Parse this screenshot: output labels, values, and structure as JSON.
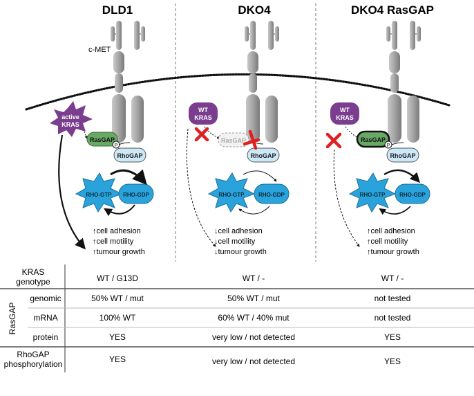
{
  "panels": [
    {
      "title": "DLD1",
      "receptor_label": "c-MET",
      "kras_label": [
        "active",
        "KRAS"
      ],
      "rasgap_label": "RasGAP",
      "phospho_label": "P",
      "rhogap_label": "RhoGAP",
      "rho_gtp_label": "RHO-GTP",
      "rho_gdp_label": "RHO-GDP",
      "effects": [
        {
          "arrow": "↑",
          "text": "cell adhesion"
        },
        {
          "arrow": "↑",
          "text": "cell motility"
        },
        {
          "arrow": "↑",
          "text": "tumour growth"
        }
      ]
    },
    {
      "title": "DKO4",
      "kras_label": [
        "WT",
        "KRAS"
      ],
      "rasgap_label": "RasGAP",
      "rhogap_label": "RhoGAP",
      "rho_gtp_label": "RHO-GTP",
      "rho_gdp_label": "RHO-GDP",
      "effects": [
        {
          "arrow": "↓",
          "text": "cell adhesion"
        },
        {
          "arrow": "↓",
          "text": "cell motility"
        },
        {
          "arrow": "↓",
          "text": "tumour growth"
        }
      ]
    },
    {
      "title": "DKO4 RasGAP",
      "kras_label": [
        "WT",
        "KRAS"
      ],
      "rasgap_label": "RasGAP",
      "phospho_label": "P",
      "rhogap_label": "RhoGAP",
      "rho_gtp_label": "RHO-GTP",
      "rho_gdp_label": "RHO-GDP",
      "effects": [
        {
          "arrow": "↑",
          "text": "cell adhesion"
        },
        {
          "arrow": "↑",
          "text": "cell motility"
        },
        {
          "arrow": "↑",
          "text": "tumour growth"
        }
      ]
    }
  ],
  "table": {
    "kras_genotype": {
      "label": [
        "KRAS",
        "genotype"
      ],
      "values": [
        "WT / G13D",
        "WT / -",
        "WT / -"
      ]
    },
    "rasgap_group_label": "RasGAP",
    "genomic": {
      "label": "genomic",
      "values": [
        "50% WT / mut",
        "50% WT / mut",
        "not tested"
      ]
    },
    "mrna": {
      "label": "mRNA",
      "values": [
        "100% WT",
        "60% WT / 40% mut",
        "not tested"
      ]
    },
    "protein": {
      "label": "protein",
      "values": [
        "YES",
        "very low / not detected",
        "YES"
      ]
    },
    "rhogap_phos": {
      "label": [
        "RhoGAP",
        "phosphorylation"
      ],
      "values": [
        "YES",
        "very low / not detected",
        "YES"
      ]
    }
  },
  "colors": {
    "kras": "#7b3e8f",
    "rasgap": "#6aa866",
    "rhogap": "#cde8f6",
    "rho": "#2aa3dc",
    "inhibit": "#e02020",
    "receptor": "#9a9a9a"
  }
}
